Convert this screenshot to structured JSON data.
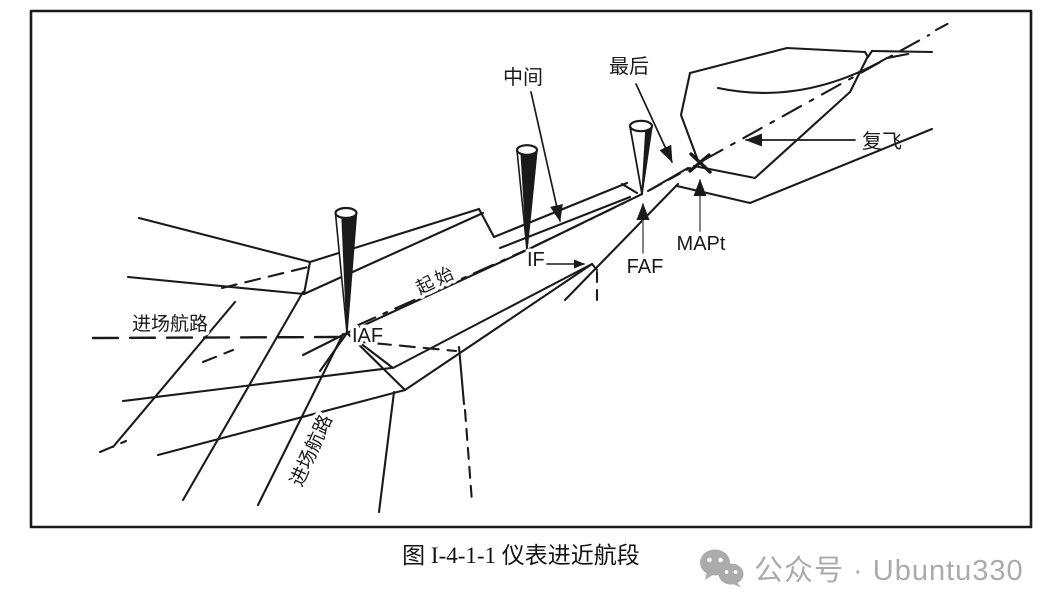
{
  "figure": {
    "caption": "图 I-4-1-1 仪表进近航段"
  },
  "diagram": {
    "segment_labels": {
      "initial": "起始",
      "intermediate": "中间",
      "final": "最后",
      "missed_approach": "复飞"
    },
    "fix_labels": {
      "iaf": "IAF",
      "if": "IF",
      "faf": "FAF",
      "mapt": "MAPt"
    },
    "route_labels": {
      "arrival_route_west": "进场航路",
      "arrival_route_south": "进场航路"
    },
    "colors": {
      "ink": "#1a1a1a",
      "leader_gray": "#6e6e6e",
      "watermark_gray": "#ababab",
      "background": "#ffffff"
    }
  },
  "watermark": {
    "icon": "wechat-icon",
    "text": "公众号 · Ubuntu330"
  }
}
